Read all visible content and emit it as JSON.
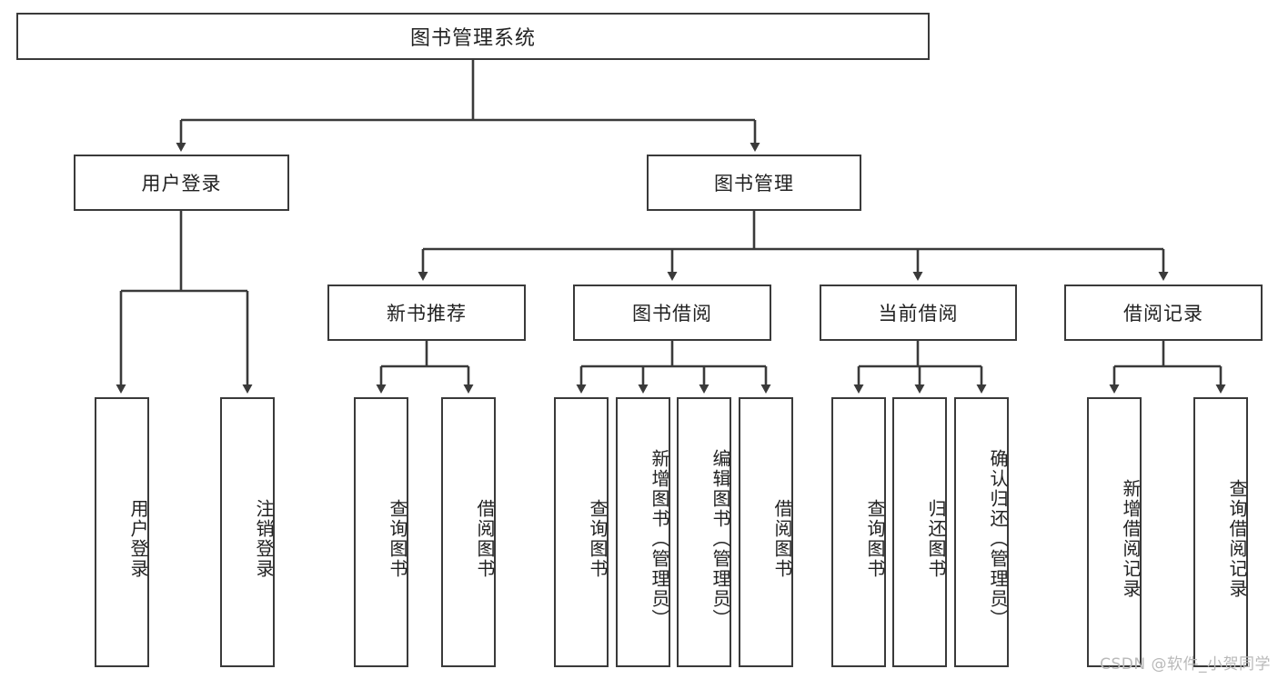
{
  "diagram": {
    "title": "图书管理系统",
    "watermark": "CSDN @软件_小贺同学",
    "colors": {
      "box_border": "#3a3a3a",
      "box_fill": "#ffffff",
      "connector": "#3a3a3a",
      "text": "#222222",
      "watermark": "#b9b9b9"
    },
    "levels": {
      "root": "图书管理系统",
      "level2": [
        "用户登录",
        "图书管理"
      ],
      "level3": [
        "新书推荐",
        "图书借阅",
        "当前借阅",
        "借阅记录"
      ]
    },
    "nodes": {
      "root": "图书管理系统",
      "user_login": "用户登录",
      "book_manage": "图书管理",
      "new_book_rec": "新书推荐",
      "book_borrow": "图书借阅",
      "current_borrow": "当前借阅",
      "borrow_record": "借阅记录",
      "leaf_user_login": "用户登录",
      "leaf_logout": "注销登录",
      "leaf_query_book_1": "查询图书",
      "leaf_borrow_book_1": "借阅图书",
      "leaf_query_book_2": "查询图书",
      "leaf_add_book_admin": "新增图书（管理员）",
      "leaf_edit_book_admin": "编辑图书（管理员）",
      "leaf_borrow_book_2": "借阅图书",
      "leaf_query_book_3": "查询图书",
      "leaf_return_book": "归还图书",
      "leaf_confirm_return_admin": "确认归还（管理员）",
      "leaf_add_record": "新增借阅记录",
      "leaf_query_record": "查询借阅记录"
    }
  }
}
